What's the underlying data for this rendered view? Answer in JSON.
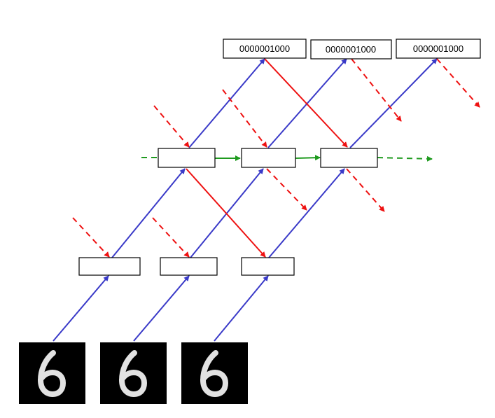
{
  "diagram": {
    "output_labels": [
      "0000001000",
      "0000001000",
      "0000001000"
    ],
    "input_images": [
      {
        "digit": "6",
        "icon": "handwritten-digit-six-image"
      },
      {
        "digit": "6",
        "icon": "handwritten-digit-six-image"
      },
      {
        "digit": "6",
        "icon": "handwritten-digit-six-image"
      }
    ],
    "hidden_layers": [
      {
        "layer": 1,
        "units": 3
      },
      {
        "layer": 2,
        "units": 3
      }
    ],
    "colors": {
      "forward": "#3a3ac8",
      "error": "#ee1111",
      "recurrent": "#1e9a1e",
      "box_border": "#000000",
      "image_bg": "#000000",
      "digit": "#e2e2e2"
    }
  }
}
